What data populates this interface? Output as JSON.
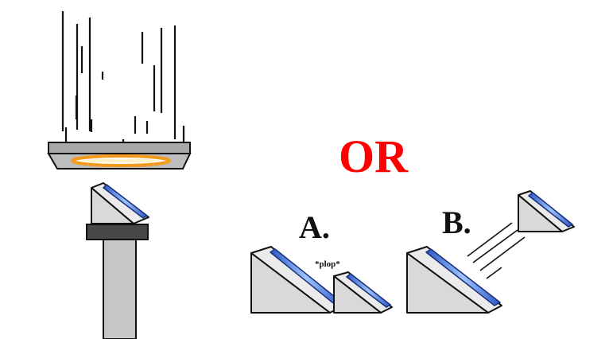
{
  "labels": {
    "or": "OR",
    "option_a": "A.",
    "option_b": "B.",
    "sound_effect": "*plop*"
  },
  "colors": {
    "or_text": "#ff0000",
    "prism_face": "#d9d9d9",
    "prism_top": "#ebebeb",
    "outline": "#111111",
    "blue_strip": "#3a6fd8",
    "blue_glow": "#9ec5ff",
    "pedestal_shaft": "#c6c6c6",
    "pedestal_collar": "#474747",
    "plate_gray": "#a9a9a9",
    "portal_orange": "#f39a1c"
  },
  "icons": {
    "rain_lines": "falling-rain-lines-icon",
    "portal": "orange-portal-icon",
    "motion_lines": "motion-lines-icon"
  }
}
